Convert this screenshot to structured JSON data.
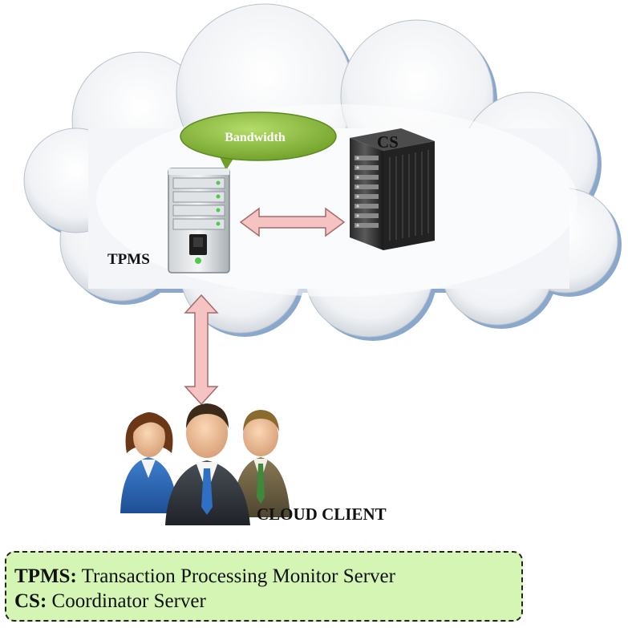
{
  "cloud": {
    "bandwidth_label": "Bandwidth",
    "tpms_label": "TPMS",
    "cs_label": "CS"
  },
  "client": {
    "label": "CLOUD CLIENT"
  },
  "legend": {
    "items": [
      {
        "term": "TPMS:",
        "definition": " Transaction Processing Monitor Server"
      },
      {
        "term": "CS:",
        "definition": " Coordinator Server"
      }
    ]
  },
  "colors": {
    "bubble": "#8bbf3c",
    "arrow_fill": "#f6c3c3",
    "arrow_stroke": "#a56b6b",
    "legend_bg": "#d4f5b3"
  }
}
